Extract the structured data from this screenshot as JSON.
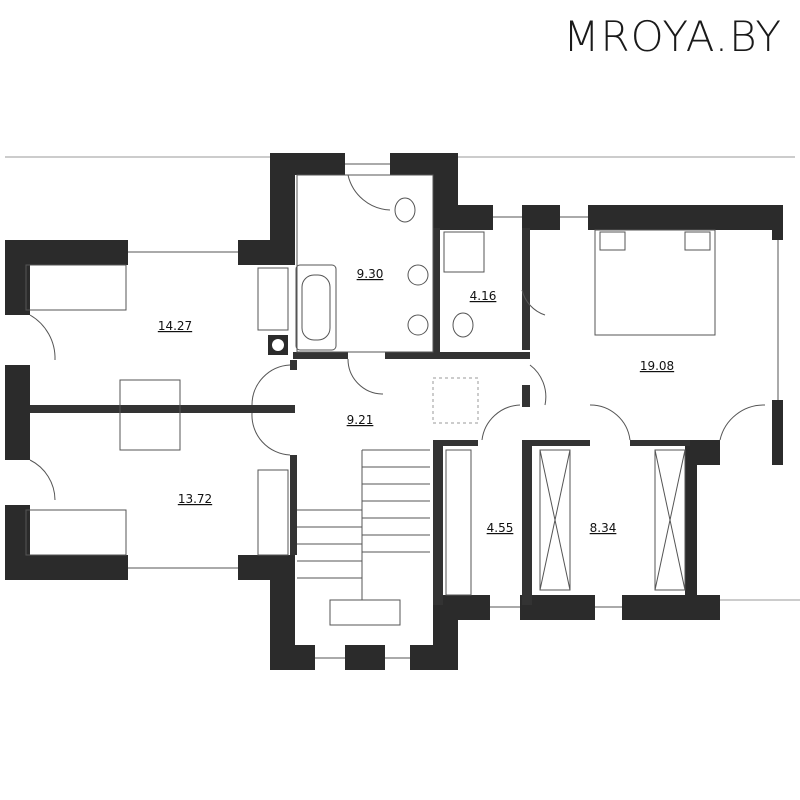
{
  "brand": "MROYA.BY",
  "rooms": [
    {
      "id": "bathroom",
      "area": "9.30"
    },
    {
      "id": "wc",
      "area": "4.16"
    },
    {
      "id": "master-bedroom",
      "area": "19.08"
    },
    {
      "id": "bedroom-top-left",
      "area": "14.27"
    },
    {
      "id": "hall",
      "area": "9.21"
    },
    {
      "id": "bedroom-bottom-left",
      "area": "13.72"
    },
    {
      "id": "laundry",
      "area": "4.55"
    },
    {
      "id": "dressing-room",
      "area": "8.34"
    }
  ],
  "colors": {
    "wall": "#2b2b2b",
    "background": "#ffffff"
  }
}
